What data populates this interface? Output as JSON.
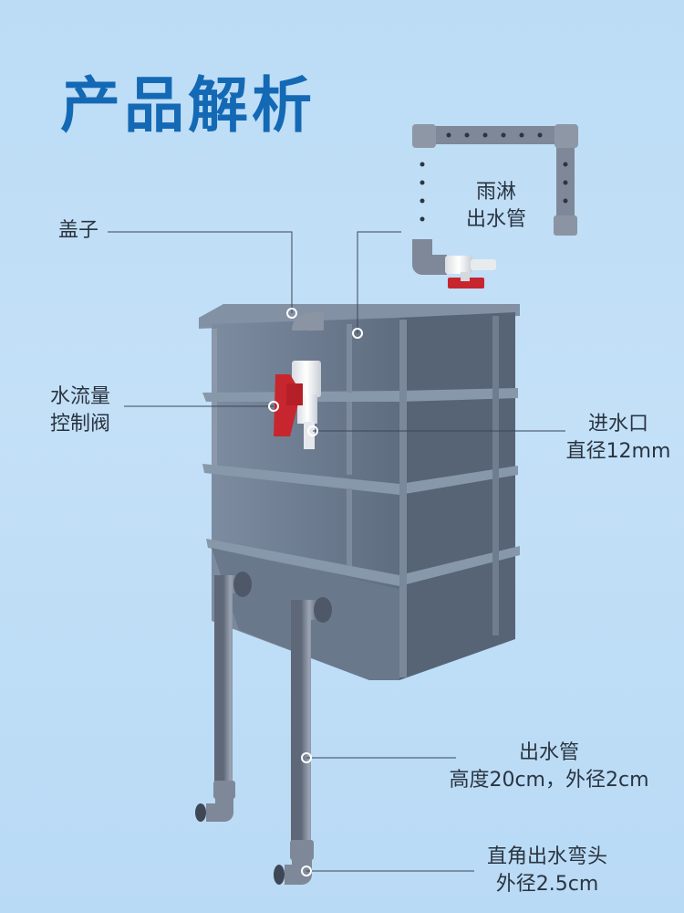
{
  "title": "产品解析",
  "labels": {
    "lid": "盖子",
    "rain_pipe_line1": "雨淋",
    "rain_pipe_line2": "出水管",
    "valve_line1": "水流量",
    "valve_line2": "控制阀",
    "inlet_line1": "进水口",
    "inlet_line2": "直径12mm",
    "outlet_line1": "出水管",
    "outlet_line2": "高度20cm，外径2cm",
    "elbow_line1": "直角出水弯头",
    "elbow_line2": "外径2.5cm"
  },
  "colors": {
    "title": "#1469b5",
    "tank": "#6f7f93",
    "valve_handle": "#c8262e"
  }
}
